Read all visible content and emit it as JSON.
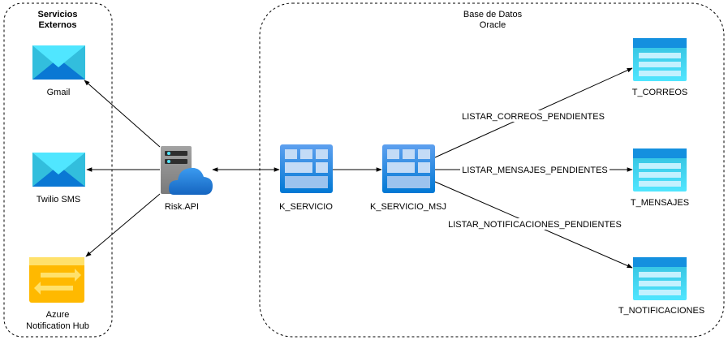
{
  "groups": {
    "external": {
      "title_line1": "Servicios",
      "title_line2": "Externos"
    },
    "database": {
      "title_line1": "Base de Datos",
      "title_line2": "Oracle"
    }
  },
  "nodes": {
    "gmail": {
      "label": "Gmail",
      "icon": "mail-icon"
    },
    "twilio": {
      "label": "Twilio SMS",
      "icon": "mail-icon"
    },
    "azure": {
      "label_line1": "Azure",
      "label_line2": "Notification Hub",
      "icon": "notification-hub-icon"
    },
    "risk_api": {
      "label": "Risk.API",
      "icon": "server-cloud-icon"
    },
    "k_servicio": {
      "label": "K_SERVICIO",
      "icon": "package-grid-icon"
    },
    "k_servicio_msj": {
      "label": "K_SERVICIO_MSJ",
      "icon": "package-grid-icon"
    },
    "t_correos": {
      "label": "T_CORREOS",
      "icon": "table-icon"
    },
    "t_mensajes": {
      "label": "T_MENSAJES",
      "icon": "table-icon"
    },
    "t_notificaciones": {
      "label": "T_NOTIFICACIONES",
      "icon": "table-icon"
    }
  },
  "edges": {
    "correos": "LISTAR_CORREOS_PENDIENTES",
    "mensajes": "LISTAR_MENSAJES_PENDIENTES",
    "notificaciones": "LISTAR_NOTIFICACIONES_PENDIENTES"
  },
  "colors": {
    "mail_light": "#50E6FF",
    "mail_mid": "#32BEDD",
    "mail_dark": "#0A78D4",
    "package_blue": "#3D85D8",
    "package_cell": "#C3DBF6",
    "table_header": "#1490DF",
    "table_body": "#32BEDD",
    "table_row": "#C3F1FF",
    "hub_yellow": "#FFB900",
    "hub_light": "#FFE16B",
    "server_gray": "#8E8E8E",
    "cloud_blue": "#1E7BD6"
  }
}
